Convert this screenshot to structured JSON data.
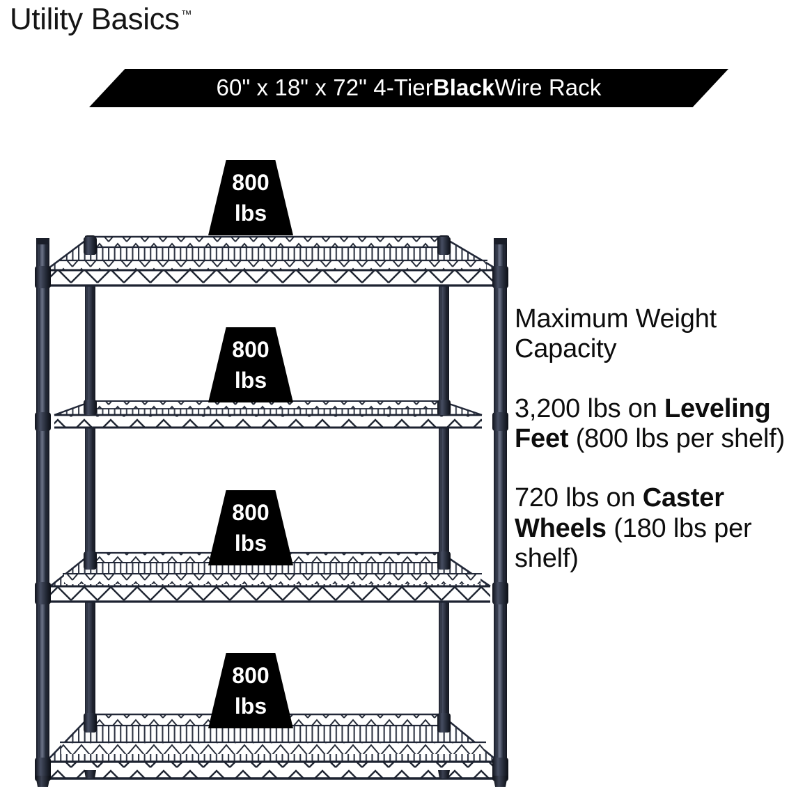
{
  "brand": {
    "name": "Utility Basics",
    "trademark": "™"
  },
  "banner": {
    "text_plain": "60\" x 18\" x 72\" 4-Tier Black Wire Rack",
    "prefix": "60\" x 18\" x 72\" 4-Tier ",
    "emphasis": "Black",
    "suffix": " Wire Rack",
    "background_color": "#000000",
    "text_color": "#ffffff"
  },
  "badges": [
    {
      "number": "800",
      "unit": "lbs"
    },
    {
      "number": "800",
      "unit": "lbs"
    },
    {
      "number": "800",
      "unit": "lbs"
    },
    {
      "number": "800",
      "unit": "lbs"
    }
  ],
  "copy": {
    "heading": "Maximum Weight Capacity",
    "paragraphs": [
      {
        "prefix": "3,200 lbs on ",
        "emphasis": "Leveling Feet",
        "suffix": " (800 lbs per shelf)"
      },
      {
        "prefix": "720 lbs on ",
        "emphasis": "Caster Wheels",
        "suffix": " (180 lbs per shelf)"
      }
    ]
  },
  "product": {
    "tiers": 4,
    "post_color": "#242936",
    "wire_color": "#1d2230",
    "frame_highlight": "#6d7486"
  }
}
